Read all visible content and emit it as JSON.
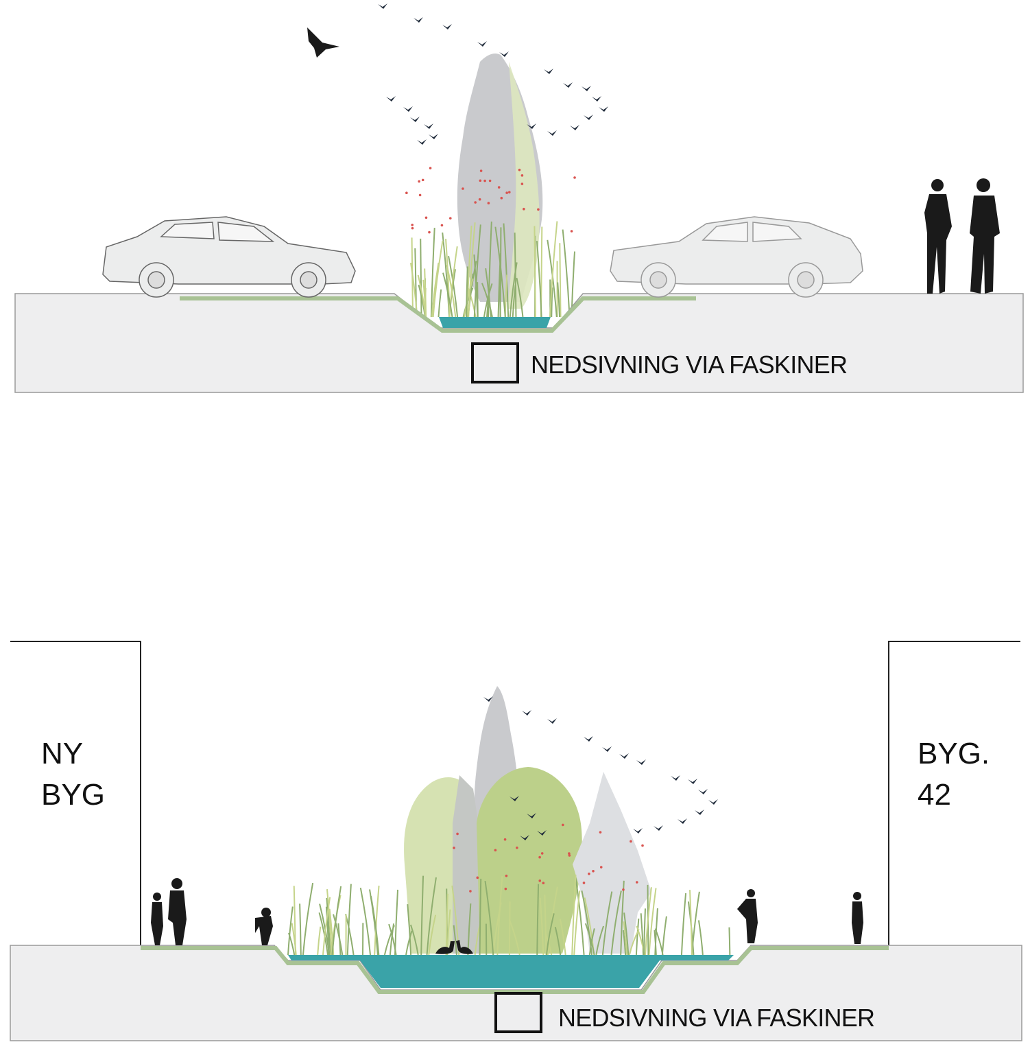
{
  "sections": [
    {
      "id": "street-section",
      "legend_label": "NEDSIVNING VIA FASKINER"
    },
    {
      "id": "courtyard-section",
      "legend_label": "NEDSIVNING VIA FASKINER",
      "left_building": {
        "line1": "NY",
        "line2": "BYG"
      },
      "right_building": {
        "line1": "BYG.",
        "line2": "42"
      }
    }
  ],
  "colors": {
    "ground": "#eeeeef",
    "ground_edge": "#9a9a9a",
    "lining": "#a8c294",
    "water": "#3aa3a8",
    "tree_grey": "#c9cacd",
    "tree_lightgreen": "#d6e2b2",
    "tree_green": "#bcd08a",
    "silhouette": "#1a1a1a"
  }
}
